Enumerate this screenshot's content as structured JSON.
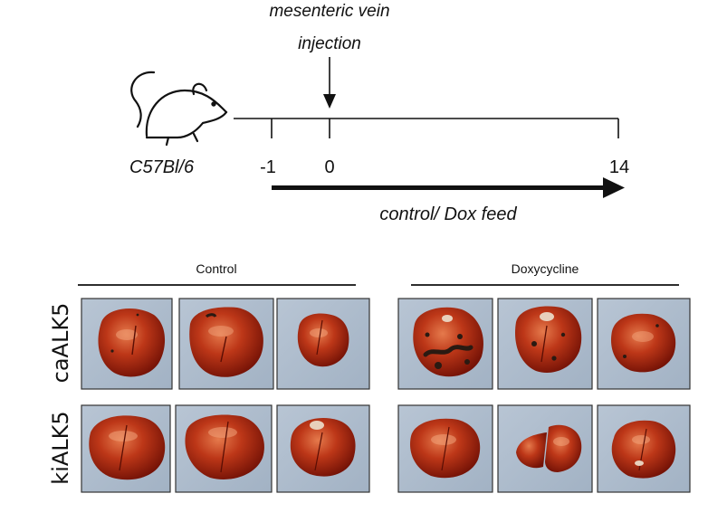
{
  "timeline": {
    "injection_label_line1": "mesenteric vein",
    "injection_label_line2": "injection",
    "strain_label": "C57Bl/6",
    "tick_minus1": "-1",
    "tick_0": "0",
    "tick_14": "14",
    "feed_label": "control/ Dox feed",
    "icon": "mouse-icon"
  },
  "panel": {
    "group_control": "Control",
    "group_doxycycline": "Doxycycline",
    "row_caALK5": "caALK5",
    "row_kiALK5": "kiALK5"
  },
  "colors": {
    "photo_bg": "#aebccc",
    "liver_dark": "#7a1408",
    "liver_mid": "#b42f14",
    "liver_light": "#de6a3e",
    "lesion": "#2a1a12"
  }
}
